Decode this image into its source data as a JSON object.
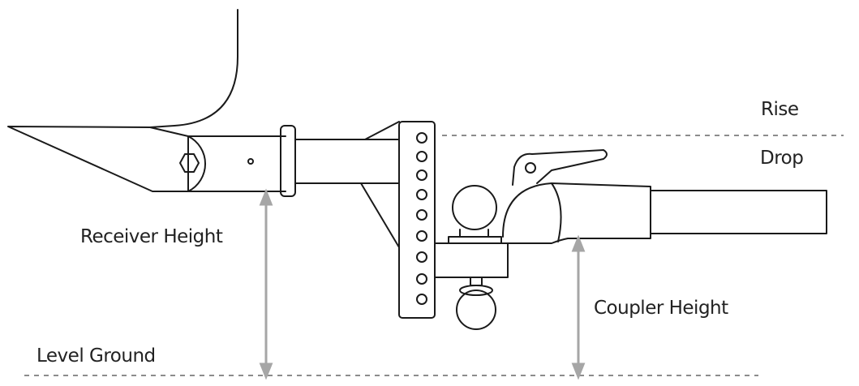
{
  "labels": {
    "rise": "Rise",
    "drop": "Drop",
    "receiver_height": "Receiver Height",
    "coupler_height": "Coupler Height",
    "level_ground": "Level Ground"
  },
  "colors": {
    "outline": "#1a1a1a",
    "dashed_line": "#8c8c8c",
    "arrow": "#a6a6a6",
    "label_text": "#222222",
    "background": "#ffffff"
  }
}
